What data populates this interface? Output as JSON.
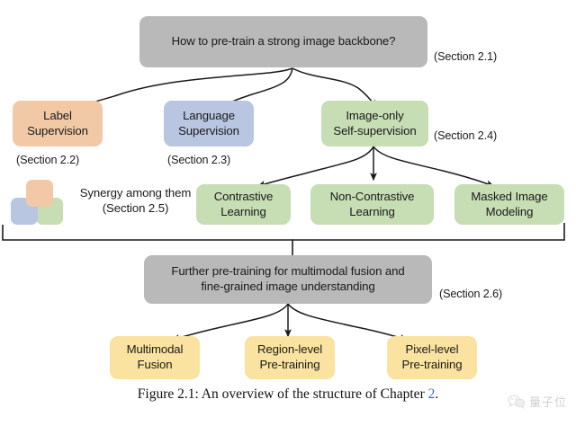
{
  "figure": {
    "caption_prefix": "Figure 2.1: An overview of the structure of Chapter ",
    "caption_chapter": "2",
    "caption_suffix": "."
  },
  "watermark": {
    "text": "量子位",
    "icon": "wechat-icon"
  },
  "nodes": {
    "root": {
      "label": "How to pre-train a strong image backbone?",
      "color": "#b9b9b9",
      "section": "(Section 2.1)"
    },
    "label_supervision": {
      "label": "Label\nSupervision",
      "color": "#f2c9a6",
      "section": "(Section 2.2)"
    },
    "language_supervision": {
      "label": "Language\nSupervision",
      "color": "#b8c6e2",
      "section": "(Section 2.3)"
    },
    "image_only": {
      "label": "Image-only\nSelf-supervision",
      "color": "#c7ddb4",
      "section": "(Section 2.4)"
    },
    "contrastive": {
      "label": "Contrastive\nLearning",
      "color": "#c7ddb4"
    },
    "non_contrastive": {
      "label": "Non-Contrastive\nLearning",
      "color": "#c7ddb4"
    },
    "masked_image": {
      "label": "Masked Image\nModeling",
      "color": "#c7ddb4"
    },
    "further_pretraining": {
      "label": "Further pre-training for multimodal fusion and\nfine-grained image understanding",
      "color": "#b9b9b9",
      "section": "(Section 2.6)"
    },
    "multimodal_fusion": {
      "label": "Multimodal\nFusion",
      "color": "#fae3a0"
    },
    "region_level": {
      "label": "Region-level\nPre-training",
      "color": "#fae3a0"
    },
    "pixel_level": {
      "label": "Pixel-level\nPre-training",
      "color": "#fae3a0"
    }
  },
  "synergy": {
    "line1": "Synergy among them",
    "line2": "(Section 2.5)",
    "icon": "three-overlapping-squares-icon"
  }
}
